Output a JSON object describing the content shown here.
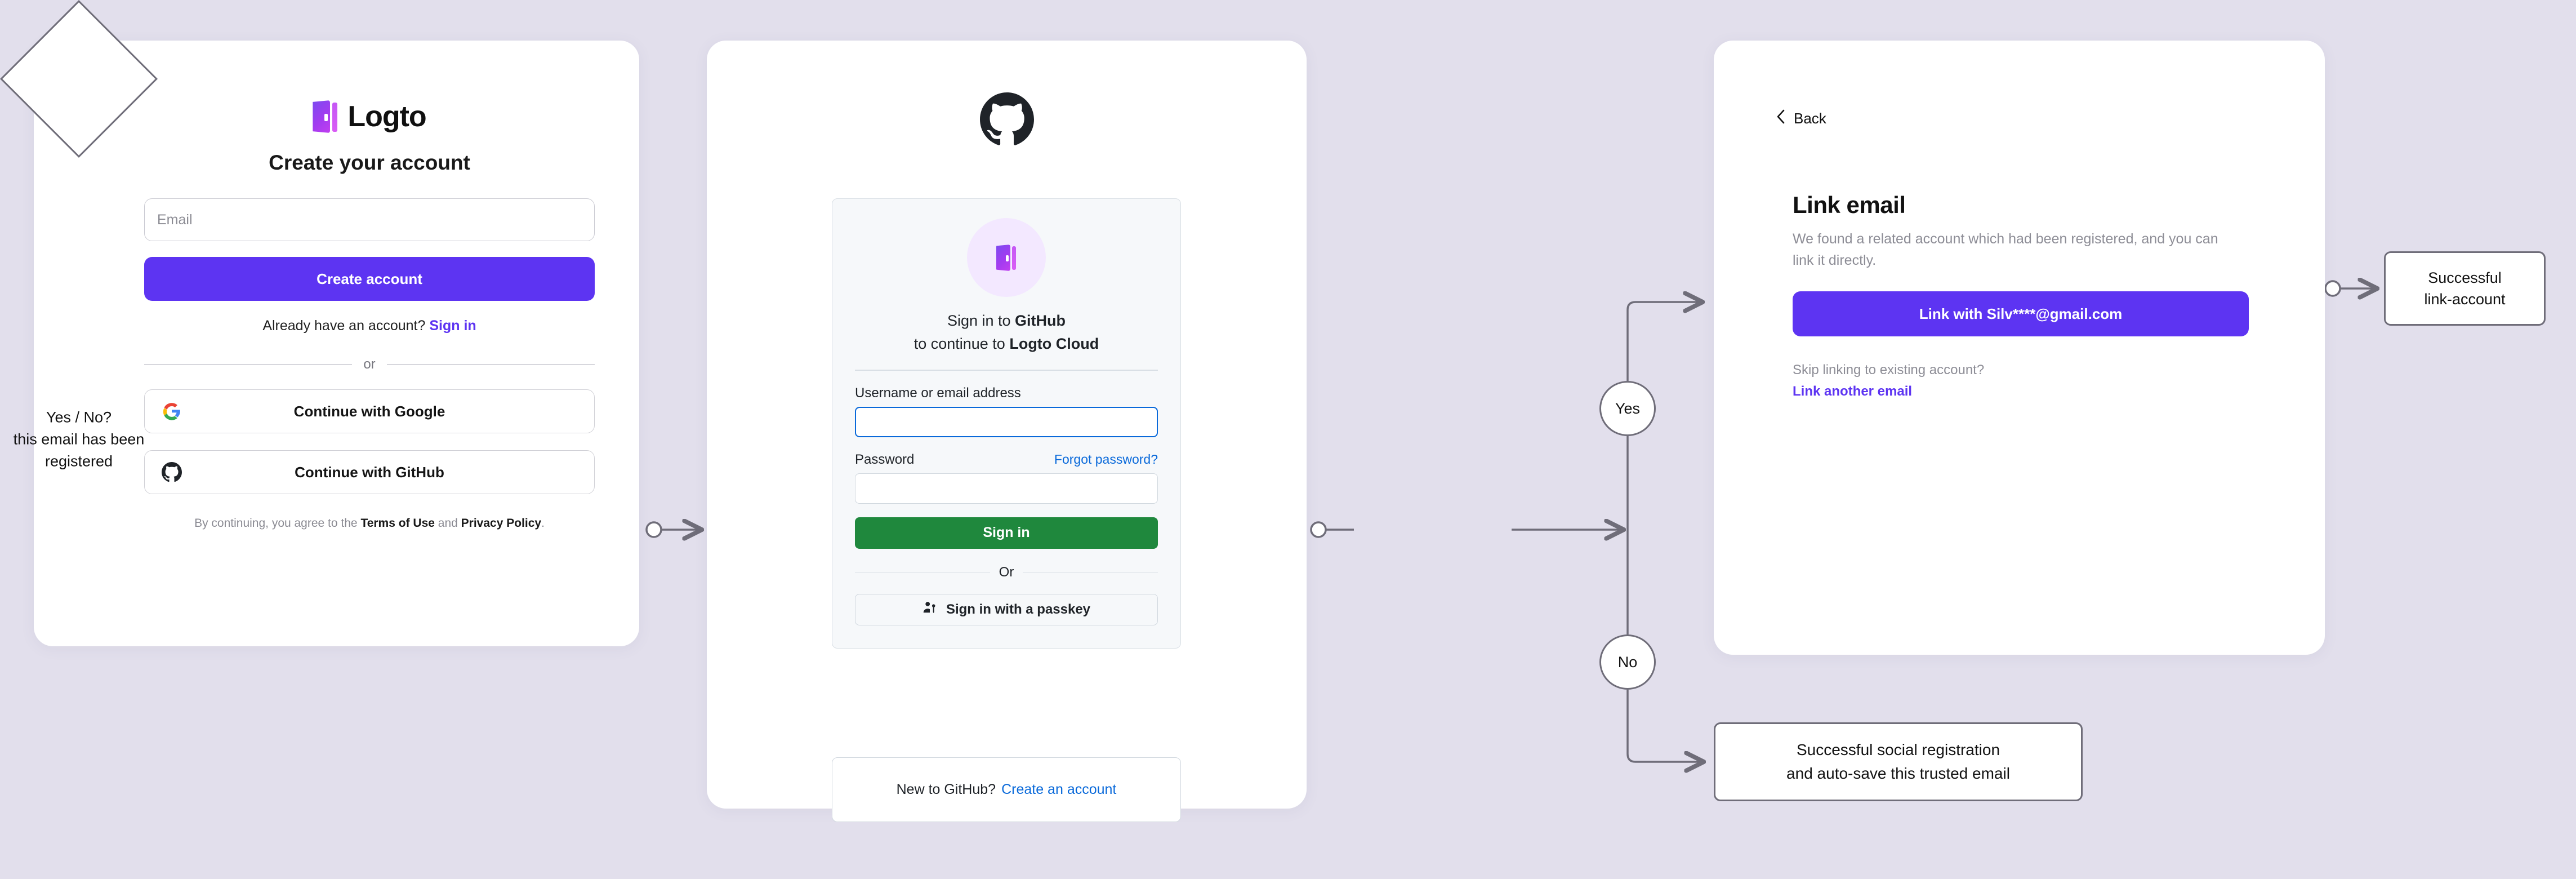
{
  "background_color": "#e2dfec",
  "accent_purple": "#5d34f2",
  "github_green": "#1f883d",
  "github_blue": "#0969da",
  "register_card": {
    "brand": "Logto",
    "logo_icon": "logto-door-icon",
    "title": "Create your account",
    "email": {
      "placeholder": "Email",
      "value": ""
    },
    "create_button": "Create account",
    "already_text": "Already have an account?",
    "signin_link": "Sign in",
    "divider": "or",
    "social": [
      {
        "icon": "google-icon",
        "label": "Continue with Google"
      },
      {
        "icon": "github-icon",
        "label": "Continue with GitHub"
      }
    ],
    "terms_prefix": "By continuing, you agree to the ",
    "terms_of_use": "Terms of Use",
    "terms_and": " and ",
    "privacy_policy": "Privacy Policy",
    "terms_suffix": "."
  },
  "github_card": {
    "header_icon": "github-octocat-icon",
    "avatar_icon": "logto-door-icon",
    "heading_line1_prefix": "Sign in to ",
    "heading_line1_strong": "GitHub",
    "heading_line2_prefix": "to continue to ",
    "heading_line2_strong": "Logto Cloud",
    "username_label": "Username or email address",
    "username_value": "",
    "password_label": "Password",
    "password_value": "",
    "forgot_link": "Forgot password?",
    "signin_button": "Sign in",
    "divider": "Or",
    "passkey_icon": "passkey-person-key-icon",
    "passkey_button": "Sign in with a passkey",
    "new_text": "New to GitHub?",
    "create_link": "Create an account"
  },
  "link_card": {
    "back_icon": "chevron-left-icon",
    "back_label": "Back",
    "title": "Link email",
    "description": "We found a related account which had been registered, and you can link it directly.",
    "link_button": "Link with Silv****@gmail.com",
    "skip_text": "Skip linking to existing account?",
    "another_link": "Link another email"
  },
  "flow": {
    "decision_line1": "Yes / No?",
    "decision_line2": "this email has been",
    "decision_line3": "registered",
    "yes_label": "Yes",
    "no_label": "No",
    "link_success_line1": "Successful",
    "link_success_line2": "link-account",
    "social_success_line1": "Successful social registration",
    "social_success_line2": "and auto-save this trusted email",
    "edge_color": "#6f6d79"
  }
}
